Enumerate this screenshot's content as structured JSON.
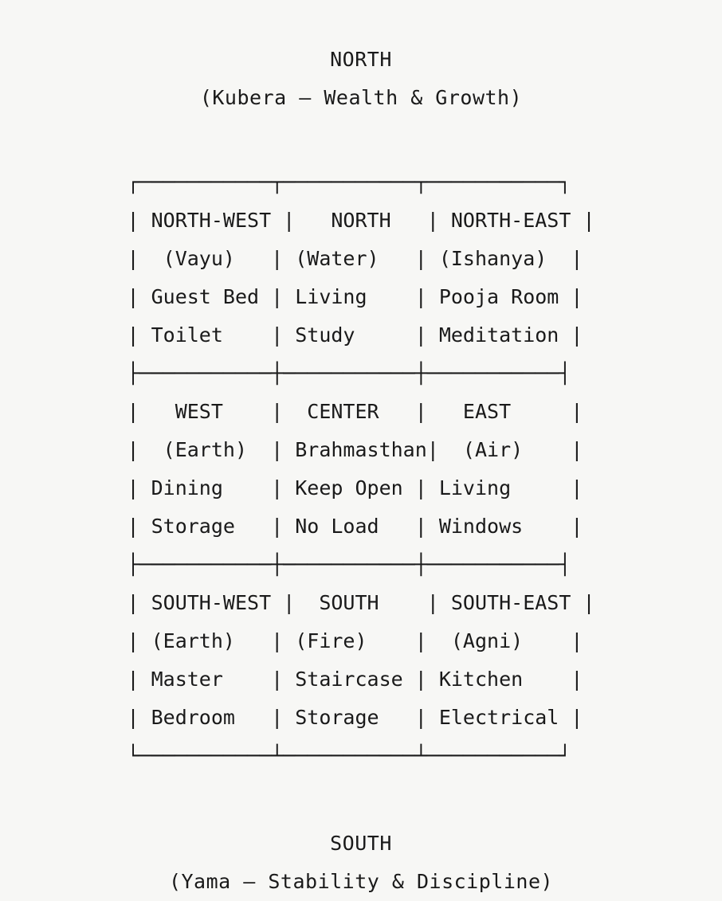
{
  "page": {
    "background_color": "#f7f7f5",
    "text_color": "#1a1a1a",
    "title": "Vastu Direction Grid"
  },
  "header": {
    "direction": "NORTH",
    "subtitle": "(Kubera — Wealth & Growth)"
  },
  "footer": {
    "direction": "SOUTH",
    "subtitle": "(Yama — Stability & Discipline)"
  },
  "grid": {
    "cell_char_width": 11,
    "columns": 3,
    "rows": 3,
    "border_style": "ascii-box-drawing",
    "cells": [
      [
        {
          "direction": "NORTH-WEST",
          "element": "(Vayu)",
          "uses": [
            "Guest Bed",
            "Toilet"
          ]
        },
        {
          "direction": "NORTH",
          "element": "(Water)",
          "uses": [
            "Living",
            "Study"
          ]
        },
        {
          "direction": "NORTH-EAST",
          "element": "(Ishanya)",
          "uses": [
            "Pooja Room",
            "Meditation"
          ]
        }
      ],
      [
        {
          "direction": "WEST",
          "element": "(Earth)",
          "uses": [
            "Dining",
            "Storage"
          ]
        },
        {
          "direction": "CENTER",
          "element": "Brahmasthan",
          "uses": [
            "Keep Open",
            "No Load"
          ]
        },
        {
          "direction": "EAST",
          "element": "(Air)",
          "uses": [
            "Living",
            "Windows"
          ]
        }
      ],
      [
        {
          "direction": "SOUTH-WEST",
          "element": "(Earth)",
          "uses": [
            "Master",
            "Bedroom"
          ]
        },
        {
          "direction": "SOUTH",
          "element": "(Fire)",
          "uses": [
            "Staircase",
            "Storage"
          ]
        },
        {
          "direction": "SOUTH-EAST",
          "element": "(Agni)",
          "uses": [
            "Kitchen",
            "Electrical"
          ]
        }
      ]
    ],
    "rendered_lines": [
      "┌───────────┬───────────┬───────────┐",
      "| NORTH-WEST |   NORTH   | NORTH-EAST |",
      "|  (Vayu)   | (Water)   | (Ishanya)  |",
      "| Guest Bed | Living    | Pooja Room |",
      "| Toilet    | Study     | Meditation |",
      "├───────────┼───────────┼───────────┤",
      "|   WEST    |  CENTER   |   EAST     |",
      "|  (Earth)  | Brahmasthan|  (Air)    |",
      "| Dining    | Keep Open | Living     |",
      "| Storage   | No Load   | Windows    |",
      "├───────────┼───────────┼───────────┤",
      "| SOUTH-WEST |  SOUTH    | SOUTH-EAST |",
      "| (Earth)   | (Fire)    |  (Agni)    |",
      "| Master    | Staircase | Kitchen    |",
      "| Bedroom   | Storage   | Electrical |",
      "└───────────┴───────────┴───────────┘"
    ],
    "lines": {
      "top_border": "┌───────────┬───────────┬───────────┐",
      "r1_direction": "| NORTH-WEST |   NORTH   | NORTH-EAST |",
      "r1_element": "|  (Vayu)   | (Water)   | (Ishanya)  |",
      "r1_use1": "| Guest Bed | Living    | Pooja Room |",
      "r1_use2": "| Toilet    | Study     | Meditation |",
      "mid_border_1": "├───────────┼───────────┼───────────┤",
      "r2_direction": "|   WEST    |  CENTER   |   EAST     |",
      "r2_element": "|  (Earth)  | Brahmasthan|  (Air)    |",
      "r2_use1": "| Dining    | Keep Open | Living     |",
      "r2_use2": "| Storage   | No Load   | Windows    |",
      "mid_border_2": "├───────────┼───────────┼───────────┤",
      "r3_direction": "| SOUTH-WEST |  SOUTH    | SOUTH-EAST |",
      "r3_element": "| (Earth)   | (Fire)    |  (Agni)    |",
      "r3_use1": "| Master    | Staircase | Kitchen    |",
      "r3_use2": "| Bedroom   | Storage   | Electrical |",
      "bottom_border": "└───────────┴───────────┴───────────┘"
    }
  }
}
